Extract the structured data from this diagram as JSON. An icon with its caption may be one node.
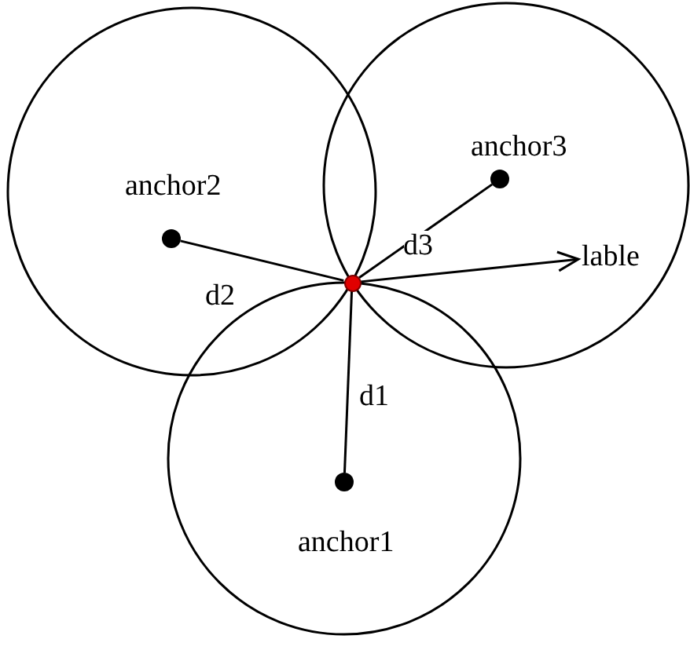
{
  "diagram": {
    "nodes": [
      {
        "text": [],
        "shape": "circle",
        "beside": [
          "anchor2"
        ]
      },
      {
        "text": [],
        "shape": "circle",
        "beside": [
          "anchor3"
        ]
      },
      {
        "text": [],
        "shape": "circle"
      },
      {
        "text": [
          "lable"
        ]
      },
      {
        "text": [],
        "shape": "circle",
        "beside": [
          "anchor1"
        ]
      }
    ],
    "edges": [
      {
        "from": 0,
        "to": 2,
        "arrow": "none",
        "label": "d2"
      },
      {
        "from": 1,
        "to": 2,
        "arrow": "none",
        "label": "d3"
      },
      {
        "from": 2,
        "to": 3,
        "arrow": "to"
      },
      {
        "from": 4,
        "to": 2,
        "arrow": "none",
        "label": "d1"
      }
    ]
  }
}
